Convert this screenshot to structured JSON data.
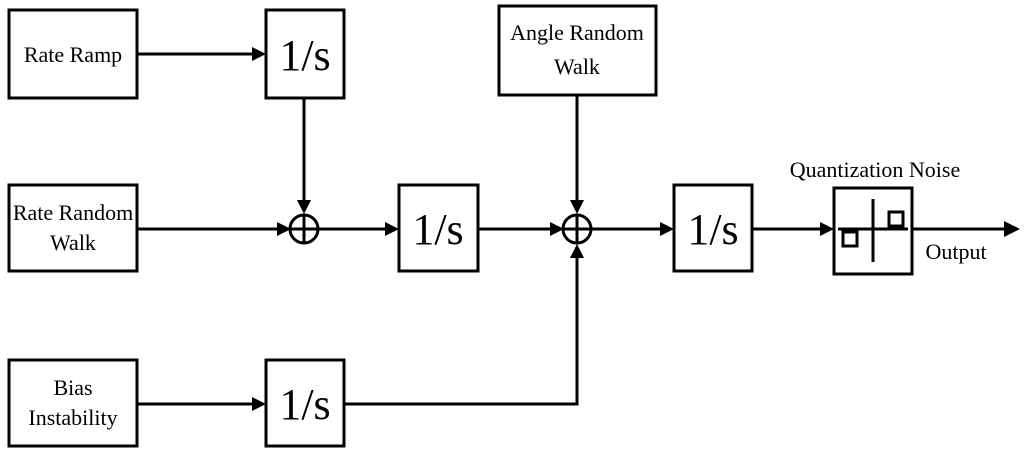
{
  "blocks": {
    "rate_ramp": "Rate Ramp",
    "rate_random_walk": [
      "Rate Random",
      "Walk"
    ],
    "bias_instability": [
      "Bias",
      "Instability"
    ],
    "angle_random_walk": [
      "Angle Random",
      "Walk"
    ],
    "integrator": "1/s"
  },
  "labels": {
    "quantization_noise": "Quantization Noise",
    "output": "Output"
  }
}
